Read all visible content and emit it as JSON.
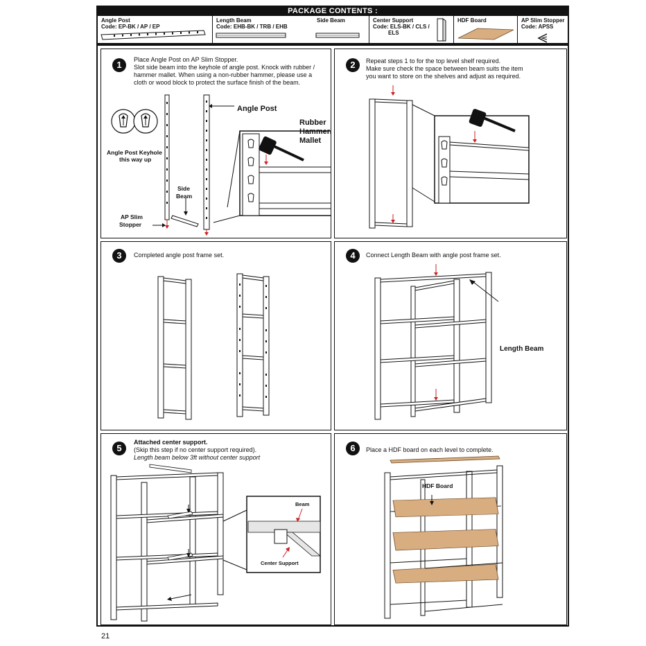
{
  "package": {
    "title": "PACKAGE CONTENTS :",
    "items": [
      {
        "name": "Angle Post",
        "code": "Code: EP-BK / AP / EP"
      },
      {
        "name": "Length Beam",
        "code": "Code: EHB-BK / TRB / EHB"
      },
      {
        "name": "Side Beam",
        "code": ""
      },
      {
        "name": "Center Support",
        "code": "Code: ELS-BK / CLS /",
        "code2": "ELS"
      },
      {
        "name": "HDF Board",
        "code": ""
      },
      {
        "name": "AP Slim Stopper",
        "code": "Code: APSS"
      }
    ]
  },
  "steps": [
    {
      "number": "1",
      "lines": [
        "Place Angle Post on AP Slim Stopper.",
        "Slot side beam into the keyhole of angle post. Knock with rubber /",
        "hammer mallet. When using a non-rubber hammer, please use a",
        "cloth or wood block to protect the surface finish of the beam."
      ],
      "labels": {
        "angle_post": "Angle Post",
        "rubber": "Rubber",
        "hammer": "Hammer/",
        "mallet": "Mallet",
        "keyhole1": "Angle Post Keyhole",
        "keyhole2": "this way up",
        "side1": "Side",
        "side2": "Beam",
        "stopper1": "AP Slim",
        "stopper2": "Stopper"
      }
    },
    {
      "number": "2",
      "lines": [
        "Repeat steps 1 to for the top level shelf required.",
        "Make sure check the space between beam suits the item",
        "you want to store on the shelves and adjust as required."
      ]
    },
    {
      "number": "3",
      "lines": [
        "Completed angle post frame set."
      ]
    },
    {
      "number": "4",
      "lines": [
        "Connect Length Beam with angle post frame set."
      ],
      "labels": {
        "length_beam": "Length Beam"
      }
    },
    {
      "number": "5",
      "title": "Attached center support.",
      "line2": "(Skip this step if no center support required).",
      "line3": "Length beam below 3ft without center support",
      "labels": {
        "beam": "Beam",
        "center_support": "Center Support"
      }
    },
    {
      "number": "6",
      "lines": [
        "Place a HDF board on each level to complete."
      ],
      "labels": {
        "hdf_board": "HDF Board"
      }
    }
  ],
  "page_number": "21",
  "colors": {
    "ink": "#111111",
    "board": "#d8ad80",
    "arrow_red": "#cc2222"
  }
}
